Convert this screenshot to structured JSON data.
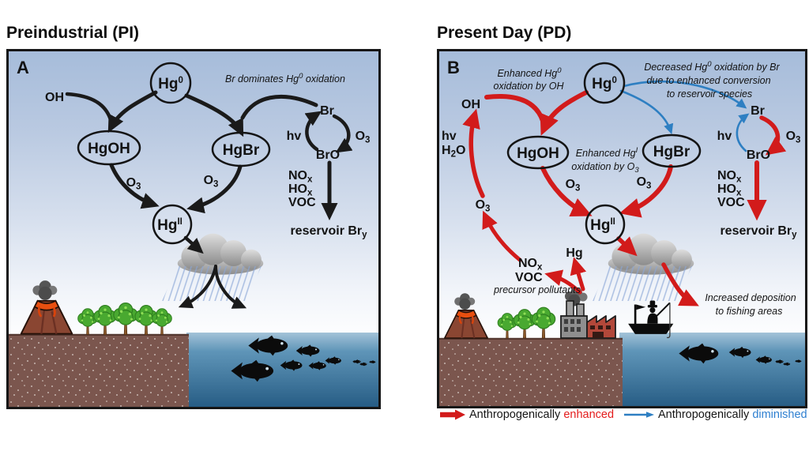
{
  "colors": {
    "red_arrow": "#d21b1b",
    "blue_arrow": "#2e7fc2",
    "black_arrow": "#1a1a1a",
    "legend_red_text": "#e31b1b",
    "legend_blue_text": "#2e7fd0",
    "sky_top": "#a6bcda",
    "soil": "#7b564e",
    "ocean_deep": "#275d85"
  },
  "species": {
    "hg0": {
      "b": "Hg",
      "sup": "0"
    },
    "hg2": {
      "b": "Hg",
      "sup": "II"
    },
    "oh": "OH",
    "hgoh": "HgOH",
    "hgbr": "HgBr",
    "br": "Br",
    "bro": "BrO",
    "hv": "hv",
    "h2o": {
      "b": "H",
      "sub": "2",
      "b2": "O"
    },
    "o3": {
      "b": "O",
      "sub": "3"
    },
    "nox": {
      "b": "NO",
      "sub": "x"
    },
    "hox": {
      "b": "HO",
      "sub": "x"
    },
    "voc": "VOC",
    "hg": "Hg",
    "reservoir": {
      "b": "reservoir Br",
      "sub": "y"
    }
  },
  "panel_a": {
    "title": "Preindustrial (PI)",
    "letter": "A",
    "annotation": {
      "b": "Br dominates Hg",
      "sup": "0",
      "b2": " oxidation"
    }
  },
  "panel_b": {
    "title": "Present Day (PD)",
    "letter": "B",
    "ann_oh": {
      "l1b": "Enhanced Hg",
      "l1sup": "0",
      "l2": "oxidation by OH"
    },
    "ann_br": {
      "l1b": "Decreased Hg",
      "l1sup": "0",
      "l1b2": " oxidation by Br",
      "l2": "due to enhanced conversion",
      "l3": "to reservoir species"
    },
    "ann_o3": {
      "l1b": "Enhanced Hg",
      "l1sup": "I",
      "l2b": "oxidation by O",
      "l2sub": "3"
    },
    "ann_dep": {
      "l1": "Increased deposition",
      "l2": "to fishing areas"
    },
    "precursor": "precursor pollutants"
  },
  "legend": {
    "enhanced": {
      "prefix": "Anthropogenically ",
      "word": "enhanced"
    },
    "diminished": {
      "prefix": "Anthropogenically ",
      "word": "diminished"
    }
  }
}
